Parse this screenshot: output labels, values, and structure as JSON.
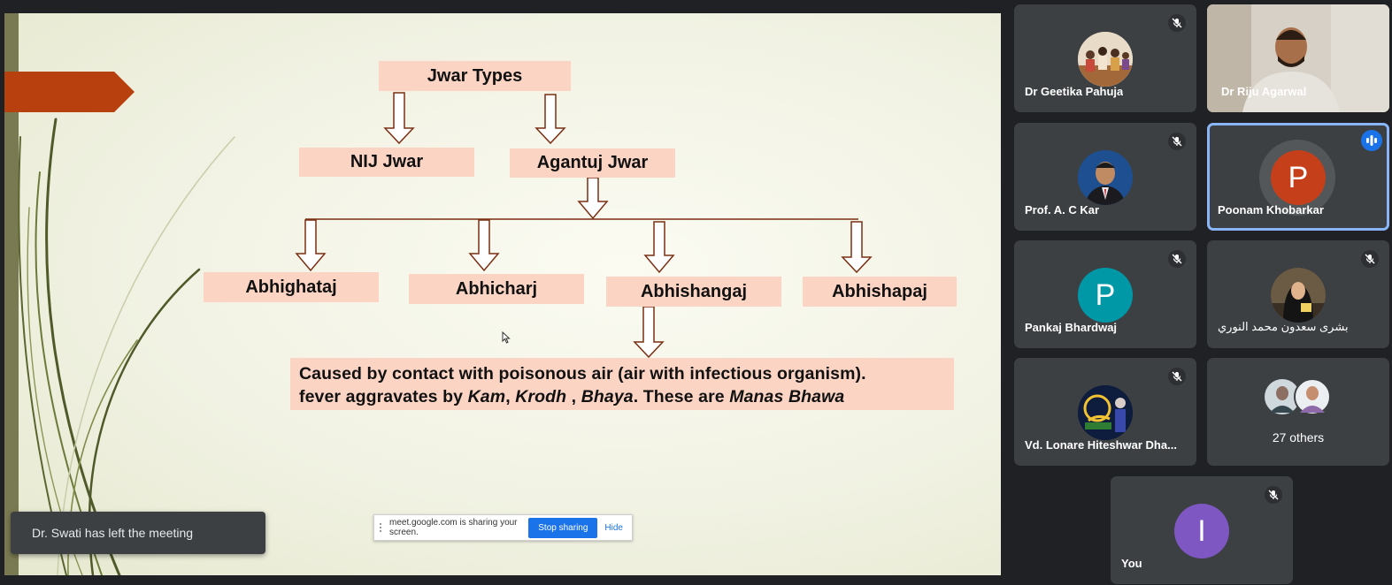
{
  "presentation": {
    "slide": {
      "root": "Jwar Types",
      "level1": [
        "NIJ Jwar",
        "Agantuj Jwar"
      ],
      "level2": [
        "Abhighataj",
        "Abhicharj",
        "Abhishangaj",
        "Abhishapaj"
      ],
      "note": {
        "line1": "Caused by contact with poisonous air (air with infectious organism).",
        "line2_prefix": "fever aggravates by ",
        "line2_kam": "Kam",
        "line2_sep1": ", ",
        "line2_krodh": "Krodh",
        "line2_sep2": " , ",
        "line2_bhaya": "Bhaya",
        "line2_mid": ".  These are ",
        "line2_manas": "Manas Bhawa"
      },
      "colors": {
        "box": "#fcd4c4",
        "arrow": "#7a2e12",
        "accent": "#b8400e"
      }
    },
    "share_bar": {
      "message": "meet.google.com is sharing your screen.",
      "stop_label": "Stop sharing",
      "hide_label": "Hide"
    },
    "toast": {
      "message": "Dr. Swati has left the meeting"
    }
  },
  "participants": [
    {
      "name": "Dr Geetika Pahuja",
      "muted": true,
      "avatar": "photo-group"
    },
    {
      "name": "Dr Riju Agarwal",
      "muted": false,
      "avatar": "camera-video"
    },
    {
      "name": "Prof. A. C Kar",
      "muted": true,
      "avatar": "photo-portrait"
    },
    {
      "name": "Poonam Khobarkar",
      "muted": false,
      "speaking": true,
      "initial": "P",
      "avatar_color": "#c5401a"
    },
    {
      "name": "Pankaj Bhardwaj",
      "muted": true,
      "initial": "P",
      "avatar_color": "#0097a7"
    },
    {
      "name": "بشرى سعدون محمد النوري",
      "muted": true,
      "avatar": "photo-portrait"
    },
    {
      "name": "Vd. Lonare Hiteshwar Dha...",
      "muted": true,
      "avatar": "logo"
    },
    {
      "name": "27 others",
      "muted": false,
      "avatar": "group-stack"
    },
    {
      "name": "You",
      "muted": true,
      "initial": "I",
      "avatar_color": "#7e57c2"
    }
  ]
}
